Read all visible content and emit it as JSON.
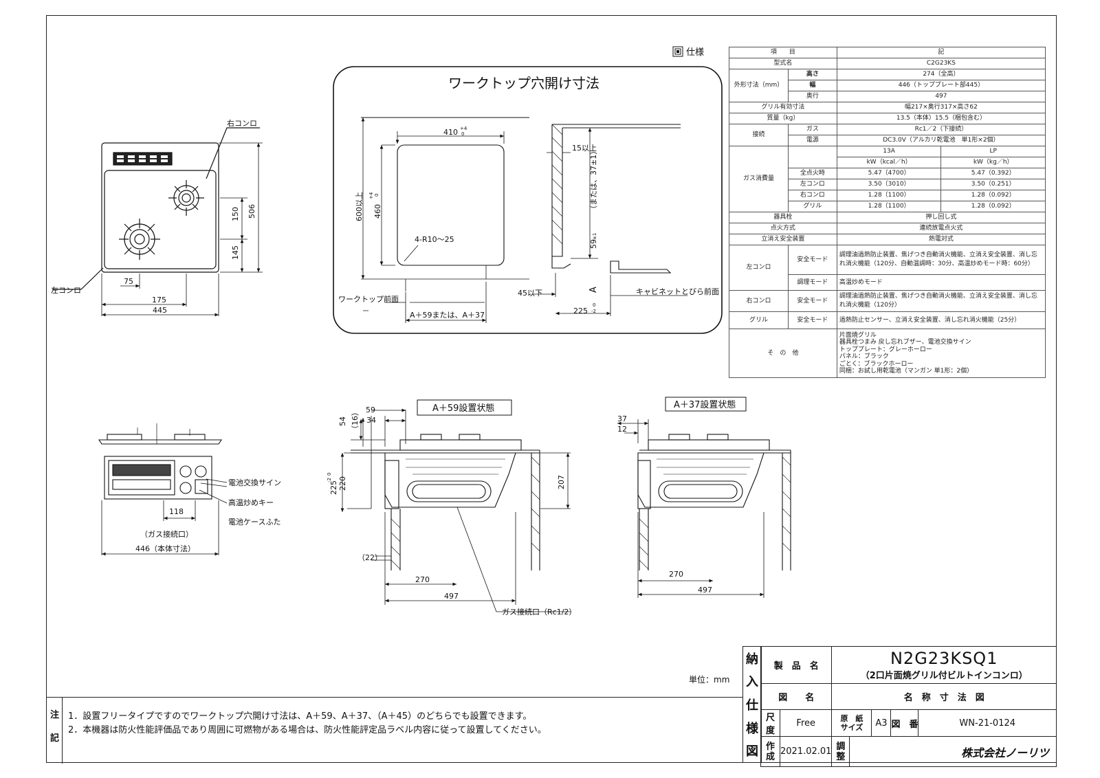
{
  "workcut": {
    "title": "ワークトップ穴開け寸法",
    "w410": "410",
    "w410_tol": "+4",
    "w410_tol0": "0",
    "h460": "460",
    "h460_tol": "+4",
    "h460_tol0": "0",
    "h600": "600以上",
    "radius": "4-R10～25",
    "front": "ワークトップ前面",
    "a_formula": "A＋59または、A＋37",
    "d15": "15以上",
    "alt37": "（または、37±1）",
    "d59": "59",
    "d59_tol": "±1",
    "a_mark": "A",
    "d45": "45以下",
    "d225": "225",
    "d225_tol": "0",
    "d225_tol2": "-2",
    "cabinet": "キャビネットとびら前面"
  },
  "top_view": {
    "right_burner": "右コンロ",
    "left_burner": "左コンロ",
    "d150": "150",
    "d145": "145",
    "d506": "506",
    "d75": "75",
    "d175": "175",
    "d445": "445"
  },
  "front_view": {
    "battery_sign": "電池交換サイン",
    "high_heat_key": "高温炒めキー",
    "battery_cover": "電池ケースふた",
    "d118": "118",
    "gas_port": "（ガス接続口）",
    "d446": "446（本体寸法）"
  },
  "side59": {
    "title": "A＋59設置状態",
    "d59": "59",
    "d34": "34",
    "d54": "54",
    "d16": "（16）",
    "d220": "220",
    "d225": "225",
    "d225_tol": "-2",
    "d225_tol0": "0",
    "d207": "207",
    "d22": "（22）",
    "d270": "270",
    "d497": "497",
    "gas": "ガス接続口（Rc1/2）"
  },
  "side37": {
    "title": "A＋37設置状態",
    "d37": "37",
    "d12": "12",
    "d270": "270",
    "d497": "497"
  },
  "spec": {
    "heading": "仕様",
    "h_item": "項　　目",
    "h_note": "記",
    "rows": {
      "model_l": "型式名",
      "model_v": "C2G23KS",
      "dims_l": "外形寸法（mm）",
      "height_l": "高さ",
      "height_v": "274（全高）",
      "width_l": "幅",
      "width_v": "446（トッププレート部445）",
      "depth_l": "奥行",
      "depth_v": "497",
      "grill_l": "グリル有効寸法",
      "grill_v": "幅217×奥行317×高さ62",
      "mass_l": "質量（kg）",
      "mass_v": "13.5（本体）15.5（梱包含む）",
      "conn_l": "接続",
      "gas_l": "ガス",
      "gas_v": "Rc1／2（下接続）",
      "power_l": "電源",
      "power_v": "DC3.0V（アルカリ乾電池　単1形×2個）",
      "cons_l": "ガス消費量",
      "c13a": "13A",
      "clp": "LP",
      "u13a": "kW（kcal／h）",
      "ulp": "kW（kg／h）",
      "all_l": "全点火時",
      "all_13a": "5.47（4700）",
      "all_lp": "5.47（0.392）",
      "left_l": "左コンロ",
      "left_13a": "3.50（3010）",
      "left_lp": "3.50（0.251）",
      "right_l": "右コンロ",
      "right_13a": "1.28（1100）",
      "right_lp": "1.28（0.092）",
      "grl_l": "グリル",
      "grl_13a": "1.28（1100）",
      "grl_lp": "1.28（0.092）",
      "knob_l": "器具栓",
      "knob_v": "押し回し式",
      "ign_l": "点火方式",
      "ign_v": "連続放電点火式",
      "safe_l": "立消え安全装置",
      "safe_v": "熱電対式",
      "lk_l": "左コンロ",
      "lk_safe": "安全モード",
      "lk_safe_v": "調理油過熱防止装置、焦げつき自動消火機能、立消え安全装置、消し忘れ消火機能（120分、自動温調時：30分、高温炒めモード時：60分）",
      "lk_cook": "調理モード",
      "lk_cook_v": "高温炒めモード",
      "rk_l": "右コンロ",
      "rk_safe": "安全モード",
      "rk_safe_v": "調理油過熱防止装置、焦げつき自動消火機能、立消え安全装置、消し忘れ消火機能（120分）",
      "gr_l": "グリル",
      "gr_safe": "安全モード",
      "gr_safe_v": "過熱防止センサー、立消え安全装置、消し忘れ消火機能（25分）",
      "other_l": "そ　の　他",
      "other_v1": "片面焼グリル",
      "other_v2": "器具栓つまみ 戻し忘れブザー、電池交換サイン",
      "other_v3": "トッププレート：グレーホーロー",
      "other_v4": "パネル：ブラック",
      "other_v5": "ごとく：ブラックホーロー",
      "other_v6": "同梱：お試し用乾電池（マンガン 単1形：2個）"
    }
  },
  "notes": {
    "label1": "注",
    "label2": "記",
    "n1": "1．設置フリータイプですのでワークトップ穴開け寸法は、A＋59、A＋37、（A＋45）のどちらでも設置できます。",
    "n2": "2．本機器は防火性能評価品であり周囲に可燃物がある場合は、防火性能評定品ラベル内容に従って設置してください。"
  },
  "unit": "単位：mm",
  "title_block": {
    "side": [
      "納",
      "入",
      "仕",
      "様",
      "図"
    ],
    "product_label": "製　品　名",
    "model": "N2G23KSQ1",
    "desc": "（2口片面焼グリル付ビルトインコンロ）",
    "drawing_label": "図　　名",
    "drawing_name": "名　称　寸　法　図",
    "scale_label": "尺　度",
    "scale": "Free",
    "paper_label": "原　紙\nサイズ",
    "paper": "A3",
    "number_label": "図　番",
    "number": "WN-21-0124",
    "made_label": "作\n成",
    "date": "2021.02.01",
    "adjust_label": "調\n整",
    "company": "株式会社ノーリツ"
  }
}
